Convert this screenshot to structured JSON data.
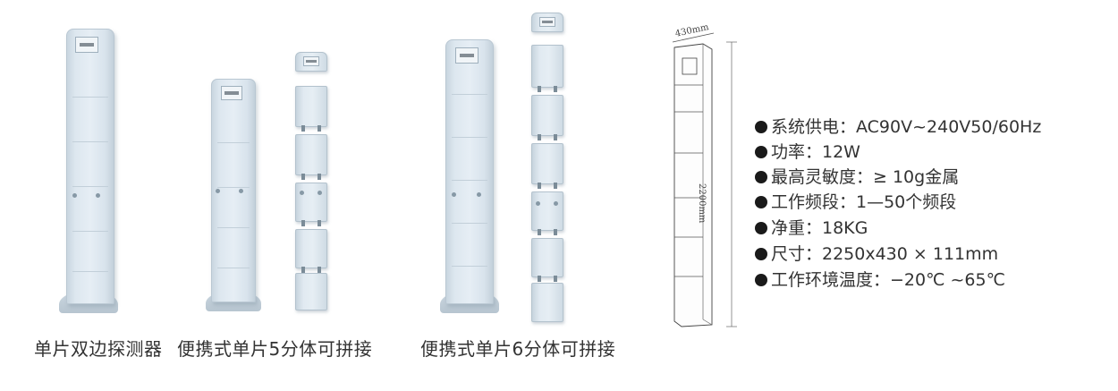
{
  "products": [
    {
      "caption": "单片双边探测器"
    },
    {
      "caption": "便携式单片5分体可拼接"
    },
    {
      "caption": "便携式单片6分体可拼接"
    }
  ],
  "drawing": {
    "width_label": "430mm",
    "height_label": "2200mm"
  },
  "specs": [
    {
      "text": "系统供电：AC90V~240V50/60Hz"
    },
    {
      "text": "功率：12W"
    },
    {
      "text": "最高灵敏度：≥ 10g金属"
    },
    {
      "text": "工作频段：1—50个频段"
    },
    {
      "text": "净重：18KG"
    },
    {
      "text": "尺寸：2250x430 × 111mm"
    },
    {
      "text": "工作环境温度：−20℃ ~65℃"
    }
  ],
  "colors": {
    "panel": "#dde7ef",
    "text": "#333333",
    "bullet": "#1a1a1a"
  }
}
